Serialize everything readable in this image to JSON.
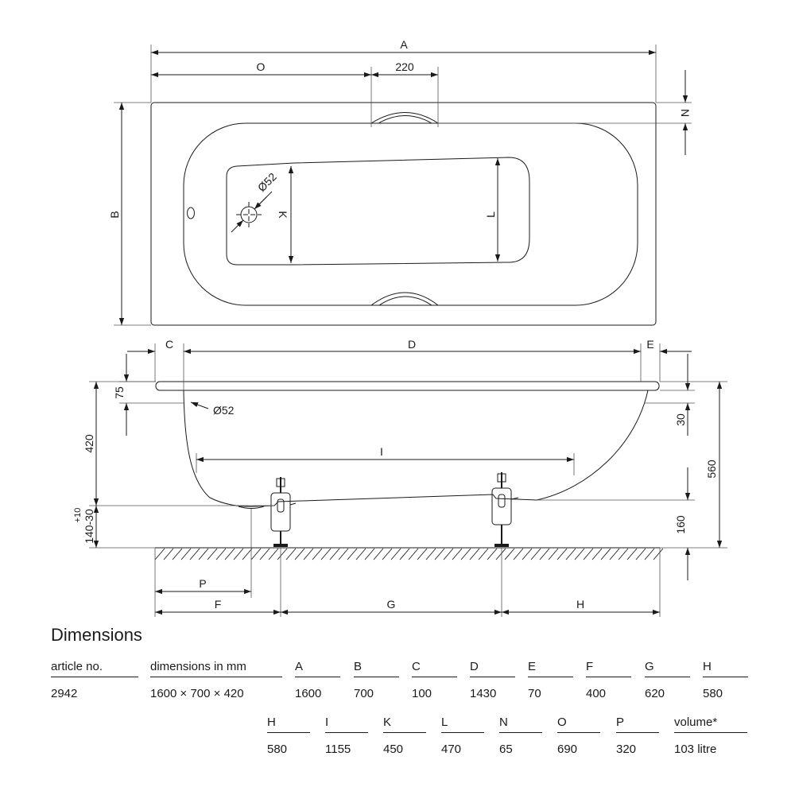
{
  "drawing": {
    "dim_labels": {
      "A": "A",
      "O": "O",
      "w220": "220",
      "N": "N",
      "B": "B",
      "K": "K",
      "L": "L",
      "d52_top": "Ø52",
      "C": "C",
      "D": "D",
      "E": "E",
      "h75": "75",
      "d52_side": "Ø52",
      "h420": "420",
      "h140": "140-30",
      "tol": "+10",
      "I": "I",
      "h30": "30",
      "h560": "560",
      "h160": "160",
      "P": "P",
      "F": "F",
      "G": "G",
      "H": "H"
    }
  },
  "dimensions": {
    "title": "Dimensions",
    "row1": {
      "headers": [
        "article no.",
        "dimensions in mm",
        "A",
        "B",
        "C",
        "D",
        "E",
        "F",
        "G",
        "H"
      ],
      "values": [
        "2942",
        "1600 × 700 × 420",
        "1600",
        "700",
        "100",
        "1430",
        "70",
        "400",
        "620",
        "580"
      ]
    },
    "row2": {
      "headers": [
        "H",
        "I",
        "K",
        "L",
        "N",
        "O",
        "P",
        "volume*"
      ],
      "values": [
        "580",
        "1155",
        "450",
        "470",
        "65",
        "690",
        "320",
        "103 litre"
      ]
    }
  }
}
